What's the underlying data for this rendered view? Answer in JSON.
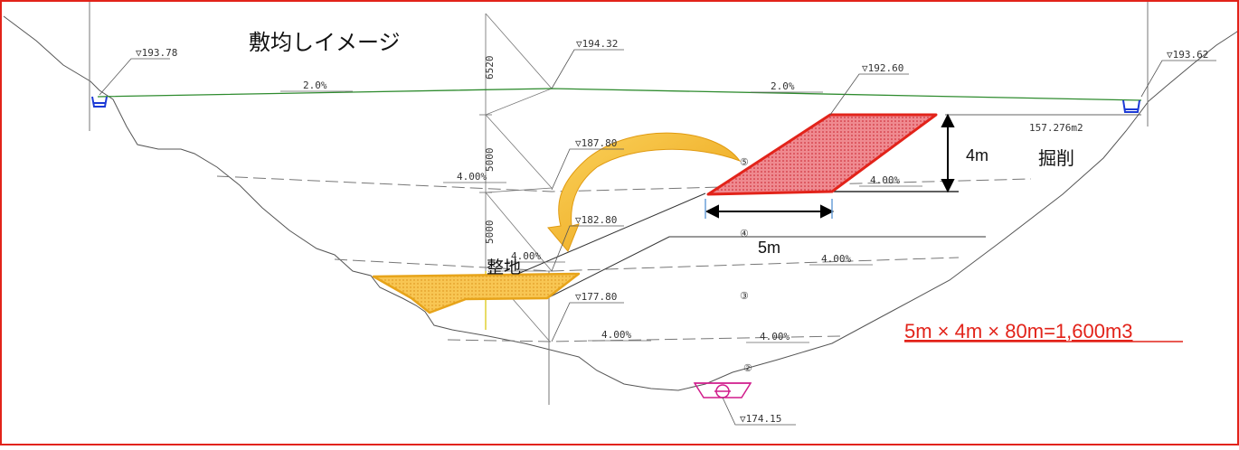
{
  "title": "敷均しイメージ",
  "elevations": {
    "left_top": "▽193.78",
    "center_top": "▽194.32",
    "right_top": "▽193.62",
    "cut_top": "▽192.60",
    "bench5": "▽187.80",
    "bench4": "▽182.80",
    "bench3": "▽177.80",
    "bottom": "▽174.15"
  },
  "grades": {
    "top_left": "2.0%",
    "top_right": "2.0%",
    "b5_left": "4.00%",
    "b5_right": "4.00%",
    "b4_left": "4.00%",
    "b4_right": "4.00%",
    "b3_left": "4.00%",
    "b3_right": "4.00%"
  },
  "dims": {
    "d1": "6520",
    "d2": "5000",
    "d3": "5000"
  },
  "area": "157.276m2",
  "labels": {
    "cut": "掘削",
    "fill": "整地",
    "height": "4m",
    "width": "5m"
  },
  "bench_nums": {
    "b5": "⑤",
    "b4": "④",
    "b3": "③",
    "b2": "②"
  },
  "formula": "5m × 4m × 80m=1,600m3",
  "colors": {
    "frame": "#e2231a",
    "cut_fill": "#e8606a",
    "cut_stroke": "#e2231a",
    "fill_area": "#f5b731",
    "arrow": "#f2ae1a",
    "road": "#2e8b2e",
    "drain": "#1c3ad6",
    "culvert": "#d01c8b"
  }
}
